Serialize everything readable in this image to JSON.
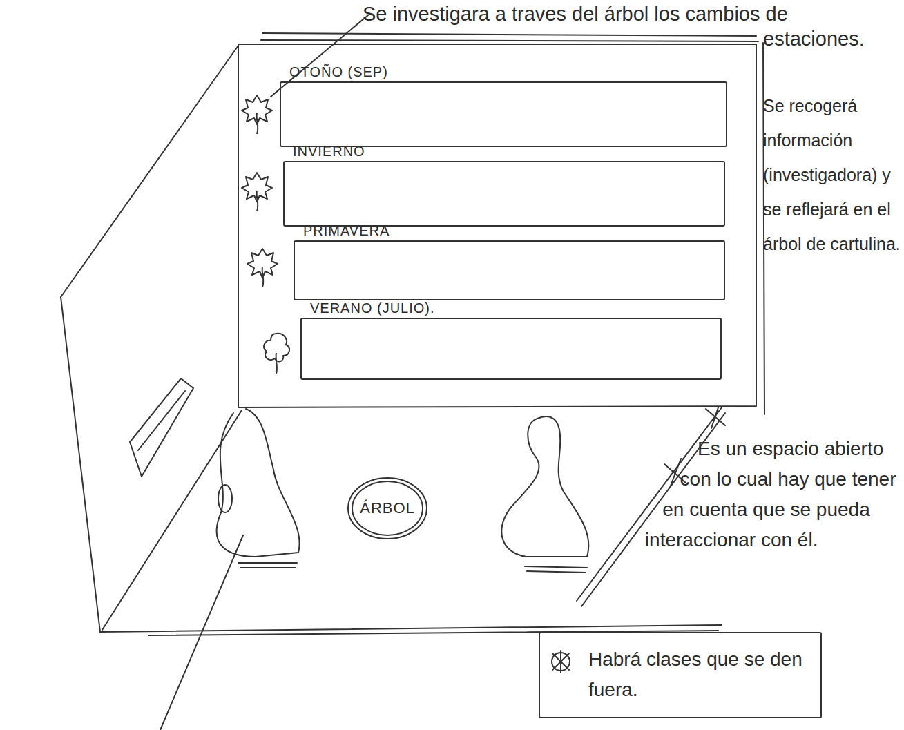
{
  "diagram": {
    "nodes": [
      {
        "text": [
          "OTOÑO (SEP)"
        ]
      },
      {
        "text": [
          "INVIERNO"
        ]
      },
      {
        "text": [
          "PRIMAVERA"
        ]
      },
      {
        "text": [
          "VERANO (JULIO)."
        ]
      },
      {
        "text": [
          "ÁRBOL"
        ]
      },
      {
        "text": [
          "Habrá clases que se den fuera."
        ]
      }
    ],
    "labels": [
      "Se investigara a traves del árbol los cambios de estaciones.",
      "Se recogerá información (investigadora) y se reflejará en el árbol de cartulina.",
      "Es un espacio abierto con lo cual hay que tener en cuenta que se pueda interaccionar con él."
    ]
  }
}
